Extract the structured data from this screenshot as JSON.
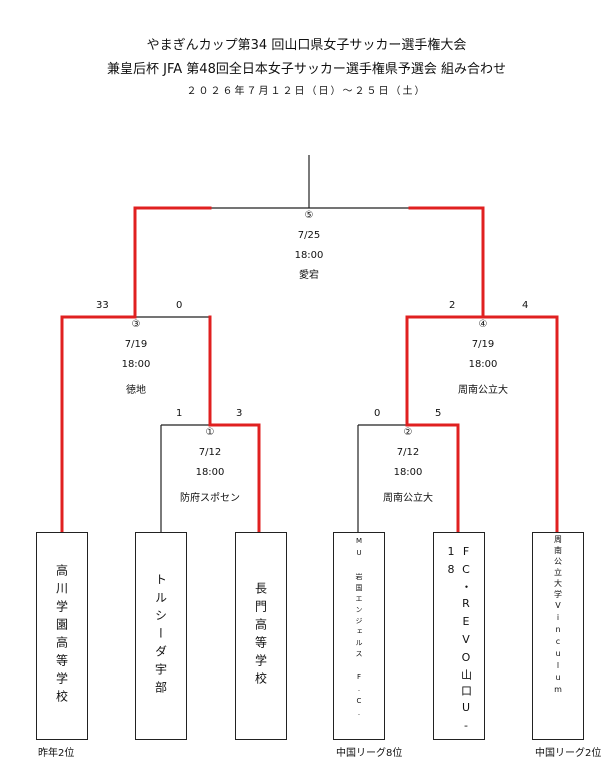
{
  "header": {
    "title_line1": "やまぎんカップ第34 回山口県女子サッカー選手権大会",
    "title_line2": "兼皇后杯 JFA 第48回全日本女子サッカー選手権県予選会 組み合わせ",
    "date": "２０２６年７月１２日（日）～２５日（土）"
  },
  "matches": [
    {
      "id": "①",
      "date": "7/12",
      "time": "18:00",
      "venue": "防府スポセン",
      "score_left": "1",
      "score_right": "3"
    },
    {
      "id": "②",
      "date": "7/12",
      "time": "18:00",
      "venue": "周南公立大",
      "score_left": "0",
      "score_right": "5"
    },
    {
      "id": "③",
      "date": "7/19",
      "time": "18:00",
      "venue": "徳地",
      "score_left": "33",
      "score_right": "0"
    },
    {
      "id": "④",
      "date": "7/19",
      "time": "18:00",
      "venue": "周南公立大",
      "score_left": "2",
      "score_right": "4"
    },
    {
      "id": "⑤",
      "date": "7/25",
      "time": "18:00",
      "venue": "愛宕"
    }
  ],
  "teams": [
    {
      "name": "高川学園高等学校",
      "note": "昨年2位"
    },
    {
      "name": "トルシーダ宇部",
      "note": ""
    },
    {
      "name": "長門高等学校",
      "note": ""
    },
    {
      "name": "MU 岩国エンジェルス F.C.",
      "note": "中国リーグ8位"
    },
    {
      "name": "FC・REVO山口U-18",
      "note": ""
    },
    {
      "name": "周南公立大学Vinculum",
      "note": "中国リーグ2位"
    }
  ],
  "colors": {
    "winner_path": "#e02020",
    "line": "#222222"
  }
}
